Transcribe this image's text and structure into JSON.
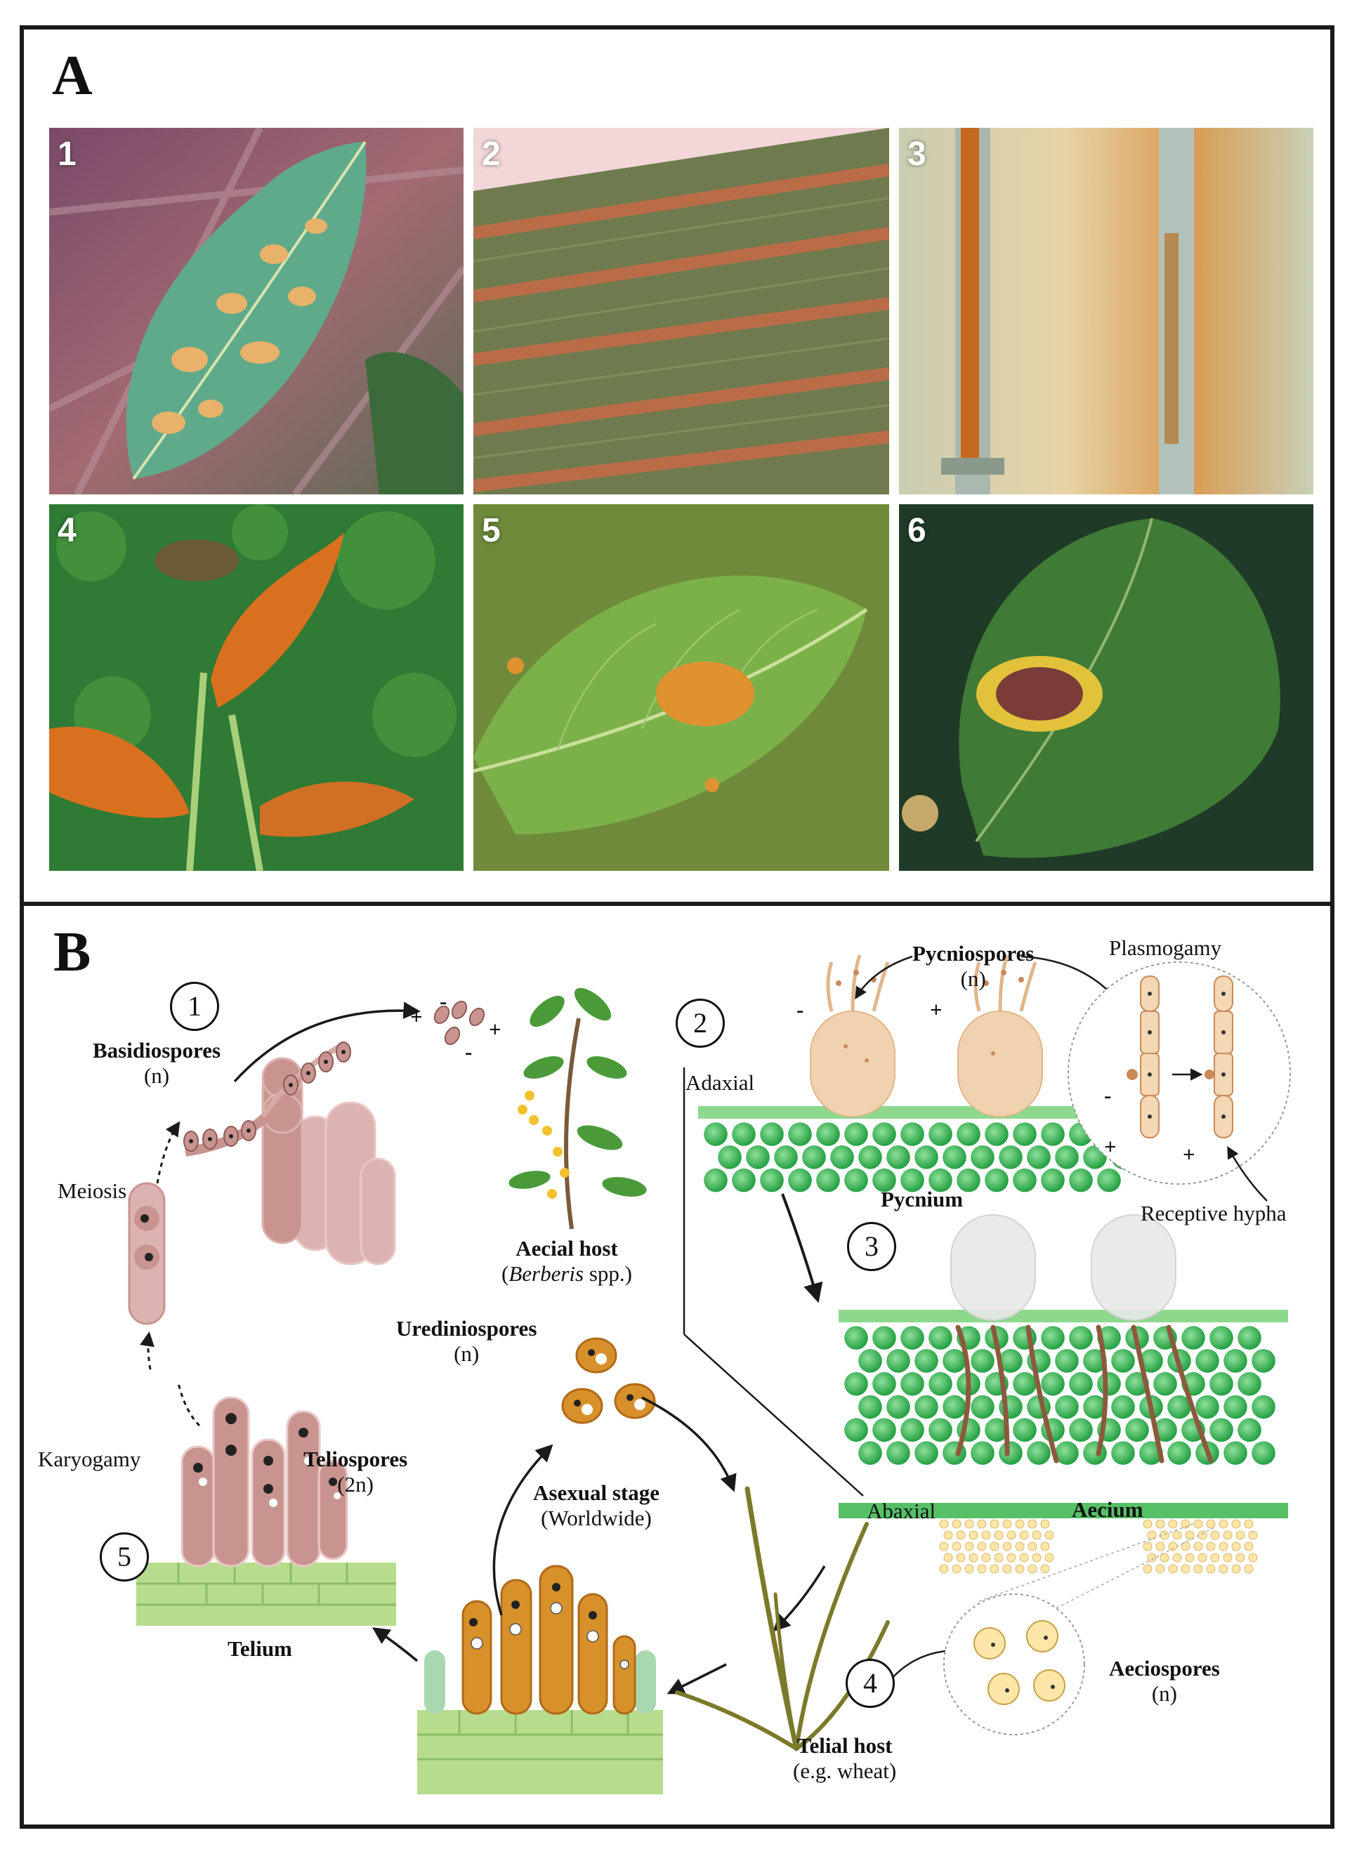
{
  "panel_a": {
    "label": "A",
    "photos": [
      {
        "num": "1",
        "desc": "coffee-leaf-rust"
      },
      {
        "num": "2",
        "desc": "leaf-rust-stripes"
      },
      {
        "num": "3",
        "desc": "stem-rust"
      },
      {
        "num": "4",
        "desc": "rust-infected-plant"
      },
      {
        "num": "5",
        "desc": "leaf-pustule"
      },
      {
        "num": "6",
        "desc": "leaf-lesion"
      }
    ]
  },
  "panel_b": {
    "label": "B",
    "steps": [
      "1",
      "2",
      "3",
      "4",
      "5"
    ],
    "basidiospores": {
      "title": "Basidiospores",
      "ploidy": "(n)"
    },
    "meiosis": "Meiosis",
    "karyogamy": "Karyogamy",
    "teliospores": {
      "title": "Teliospores",
      "ploidy": "(2n)"
    },
    "telium": "Telium",
    "aecial_host": {
      "title": "Aecial host",
      "genus": "Berberis",
      "suffix": " spp.",
      "open": "(",
      "close": ")"
    },
    "pycniospores": {
      "title": "Pycniospores",
      "ploidy": "(n)"
    },
    "plasmogamy": "Plasmogamy",
    "adaxial": "Adaxial",
    "pycnium": "Pycnium",
    "receptive_hypha": "Receptive hypha",
    "urediniospores": {
      "title": "Urediniospores",
      "ploidy": "(n)"
    },
    "asexual_stage": {
      "title": "Asexual stage",
      "sub": "(Worldwide)"
    },
    "abaxial": "Abaxial",
    "aecium": "Aecium",
    "aeciospores": {
      "title": "Aeciospores",
      "ploidy": "(n)"
    },
    "telial_host": {
      "title": "Telial host",
      "sub": "(e.g. wheat)"
    },
    "mating_signs": {
      "plus": "+",
      "minus": "-"
    }
  },
  "colors": {
    "frame": "#1a1a1a",
    "leaf_green": "#3fb55a",
    "cell_green": "#2fae4a",
    "rust_orange": "#d8912a",
    "spore_pink": "#c89a98",
    "pycnium_tan": "#f1d2b0",
    "hypha_brown": "#8b5a3c"
  }
}
